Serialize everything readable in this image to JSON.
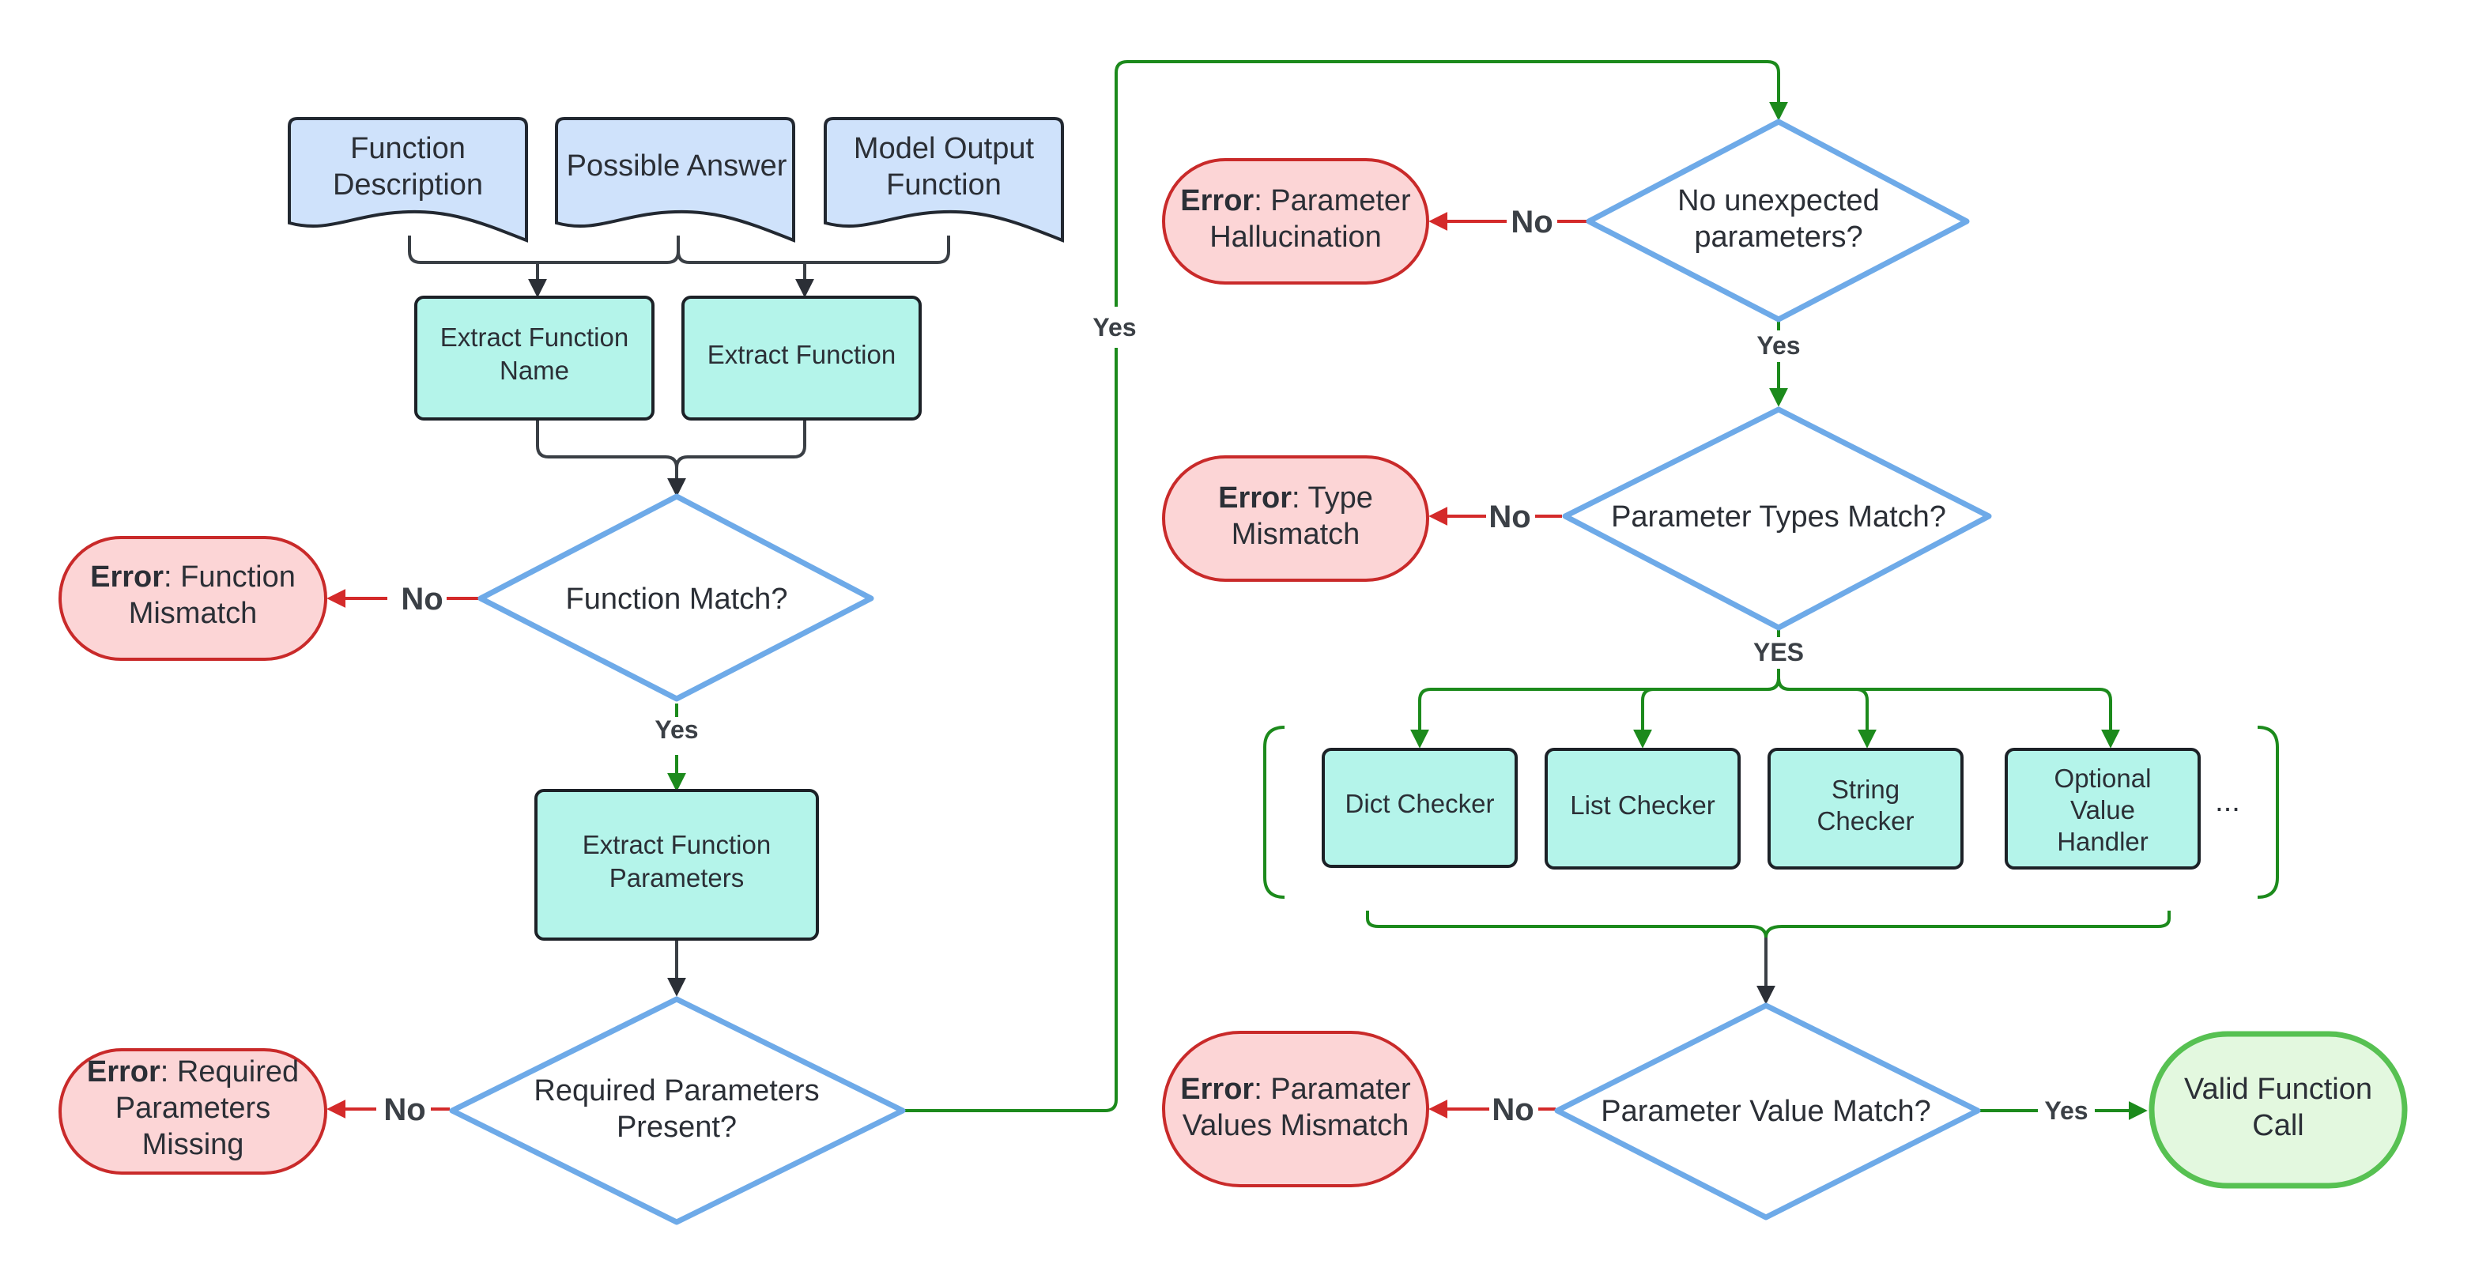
{
  "inputs": {
    "function_description": [
      "Function",
      "Description"
    ],
    "possible_answer": [
      "Possible Answer"
    ],
    "model_output": [
      "Model Output",
      "Function"
    ]
  },
  "steps": {
    "extract_name": [
      "Extract Function",
      "Name"
    ],
    "extract_function": [
      "Extract Function"
    ],
    "extract_params": [
      "Extract Function",
      "Parameters"
    ]
  },
  "decisions": {
    "function_match": [
      "Function Match?"
    ],
    "required_present": [
      "Required Parameters",
      "Present?"
    ],
    "no_unexpected": [
      "No unexpected",
      "parameters?"
    ],
    "types_match": [
      "Parameter Types Match?"
    ],
    "value_match": [
      "Parameter Value Match?"
    ]
  },
  "errors": {
    "prefix": "Error",
    "function_mismatch": [
      ": Function",
      "Mismatch"
    ],
    "required_missing": [
      ": Required",
      "Parameters",
      "Missing"
    ],
    "hallucination": [
      ": Parameter",
      "Hallucination"
    ],
    "type_mismatch": [
      ": Type",
      "Mismatch"
    ],
    "values_mismatch": [
      ": Paramater",
      "Values Mismatch"
    ]
  },
  "checkers": {
    "dict": [
      "Dict Checker"
    ],
    "list": [
      "List Checker"
    ],
    "string": [
      "String",
      "Checker"
    ],
    "optional": [
      "Optional",
      "Value",
      "Handler"
    ],
    "ellipsis": "..."
  },
  "result": {
    "valid": [
      "Valid Function",
      "Call"
    ]
  },
  "labels": {
    "no": "No",
    "yes": "Yes",
    "yes_caps": "YES"
  },
  "colors": {
    "document_fill": "#cfe2fb",
    "process_fill": "#b4f4ea",
    "decision_stroke": "#6eaae8",
    "error_fill": "#fcd5d6",
    "error_stroke": "#c92a2a",
    "success_fill": "#e3f8df",
    "success_stroke": "#57c152",
    "yes_flow": "#1c8a1c",
    "no_flow": "#d42a2a"
  }
}
